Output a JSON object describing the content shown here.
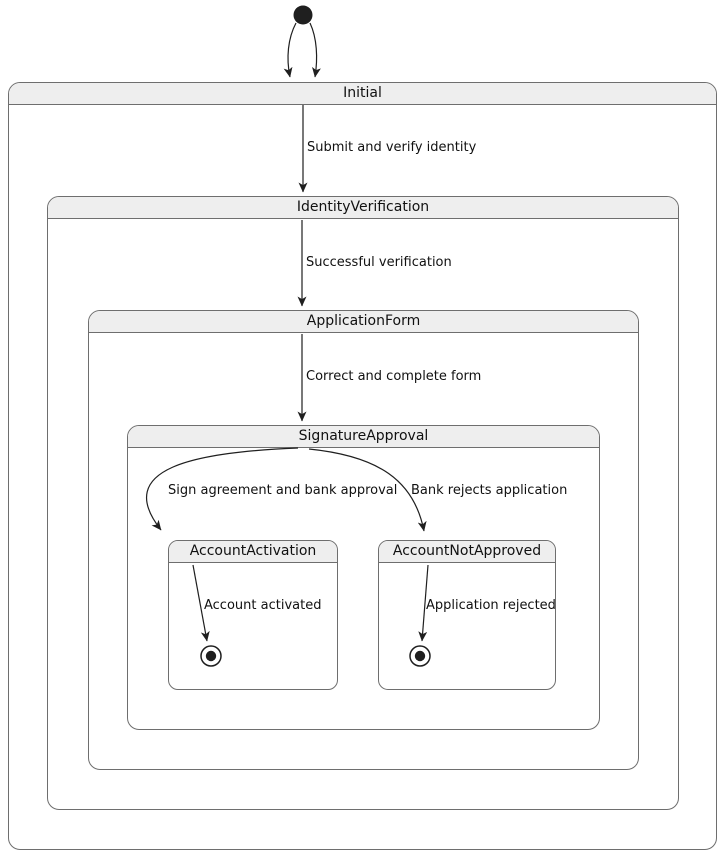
{
  "diagram_type": "uml-state-diagram",
  "states": {
    "initial": {
      "label": "Initial"
    },
    "identity_verification": {
      "label": "IdentityVerification"
    },
    "application_form": {
      "label": "ApplicationForm"
    },
    "signature_approval": {
      "label": "SignatureApproval"
    },
    "account_activation": {
      "label": "AccountActivation"
    },
    "account_not_approved": {
      "label": "AccountNotApproved"
    }
  },
  "transitions": {
    "submit": {
      "from": "start",
      "to": "Initial",
      "label": "Submit and verify identity"
    },
    "verified": {
      "from": "Initial",
      "to": "IdentityVerification",
      "label": "Successful verification"
    },
    "form_complete": {
      "from": "IdentityVerification",
      "to": "ApplicationForm",
      "label": "Correct and complete form"
    },
    "bank_approval": {
      "from": "SignatureApproval",
      "to": "AccountActivation",
      "label": "Sign agreement and bank approval"
    },
    "bank_rejects": {
      "from": "SignatureApproval",
      "to": "AccountNotApproved",
      "label": "Bank rejects application"
    },
    "activated": {
      "from": "AccountActivation",
      "to": "final",
      "label": "Account activated"
    },
    "app_rejected": {
      "from": "AccountNotApproved",
      "to": "final",
      "label": "Application rejected"
    }
  },
  "colors": {
    "background": "#ffffff",
    "header_fill": "#eeeeee",
    "border": "#6e6e6e",
    "arrow": "#1f1f1f",
    "text": "#111111"
  }
}
